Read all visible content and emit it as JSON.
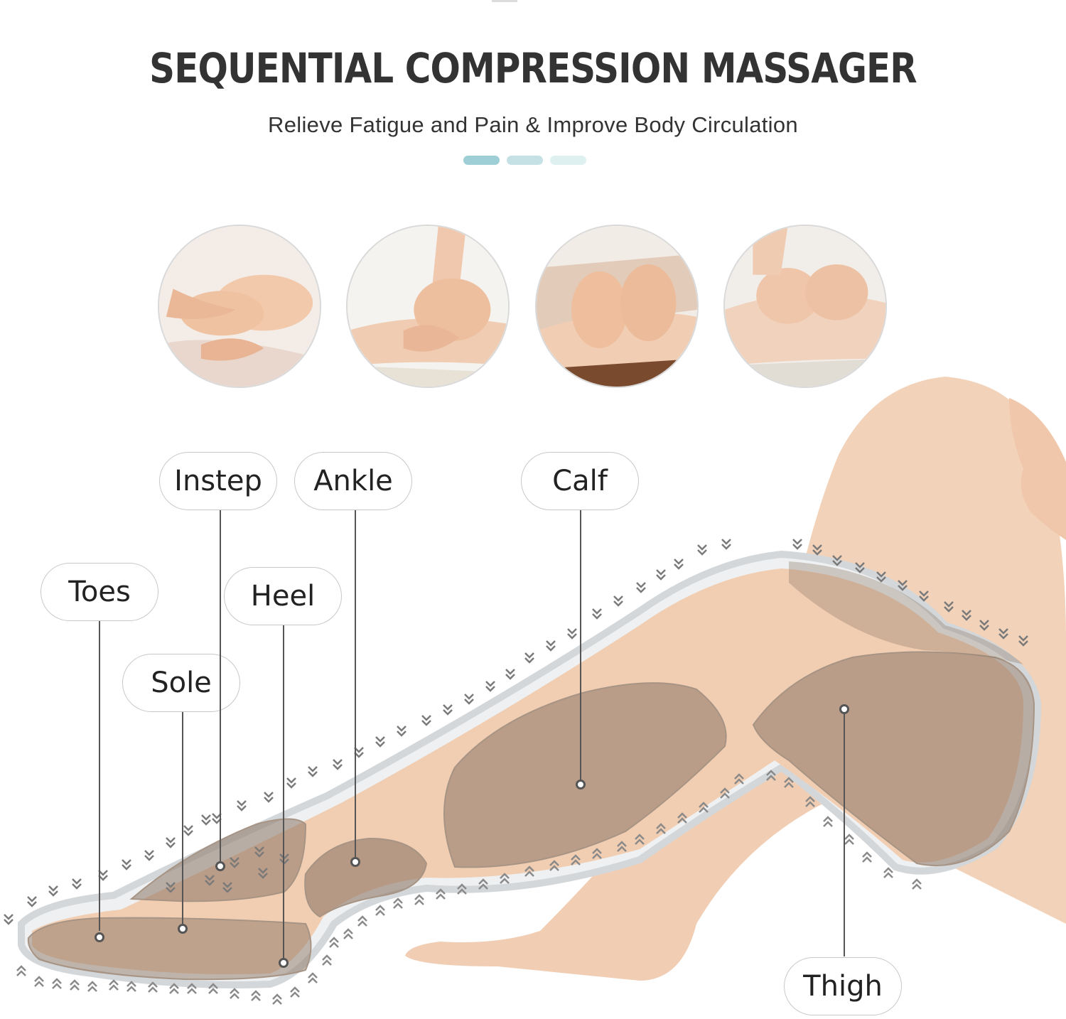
{
  "header": {
    "title": "SEQUENTIAL COMPRESSION MASSAGER",
    "subtitle": "Relieve Fatigue and Pain & Improve Body Circulation",
    "indicator_colors": [
      "#9fcfd6",
      "#c6e1e5",
      "#dff0f1"
    ]
  },
  "photos": [
    {
      "name": "foot-massage-photo"
    },
    {
      "name": "heel-massage-photo"
    },
    {
      "name": "calf-massage-photo"
    },
    {
      "name": "thigh-massage-photo"
    }
  ],
  "zones": {
    "instep": "Instep",
    "ankle": "Ankle",
    "calf": "Calf",
    "toes": "Toes",
    "heel": "Heel",
    "sole": "Sole",
    "thigh": "Thigh"
  },
  "colors": {
    "skin": "#f1cfb4",
    "chamber": "#8d7766",
    "sleeve": "#e9ebec",
    "arrow": "#7a7a7a"
  }
}
